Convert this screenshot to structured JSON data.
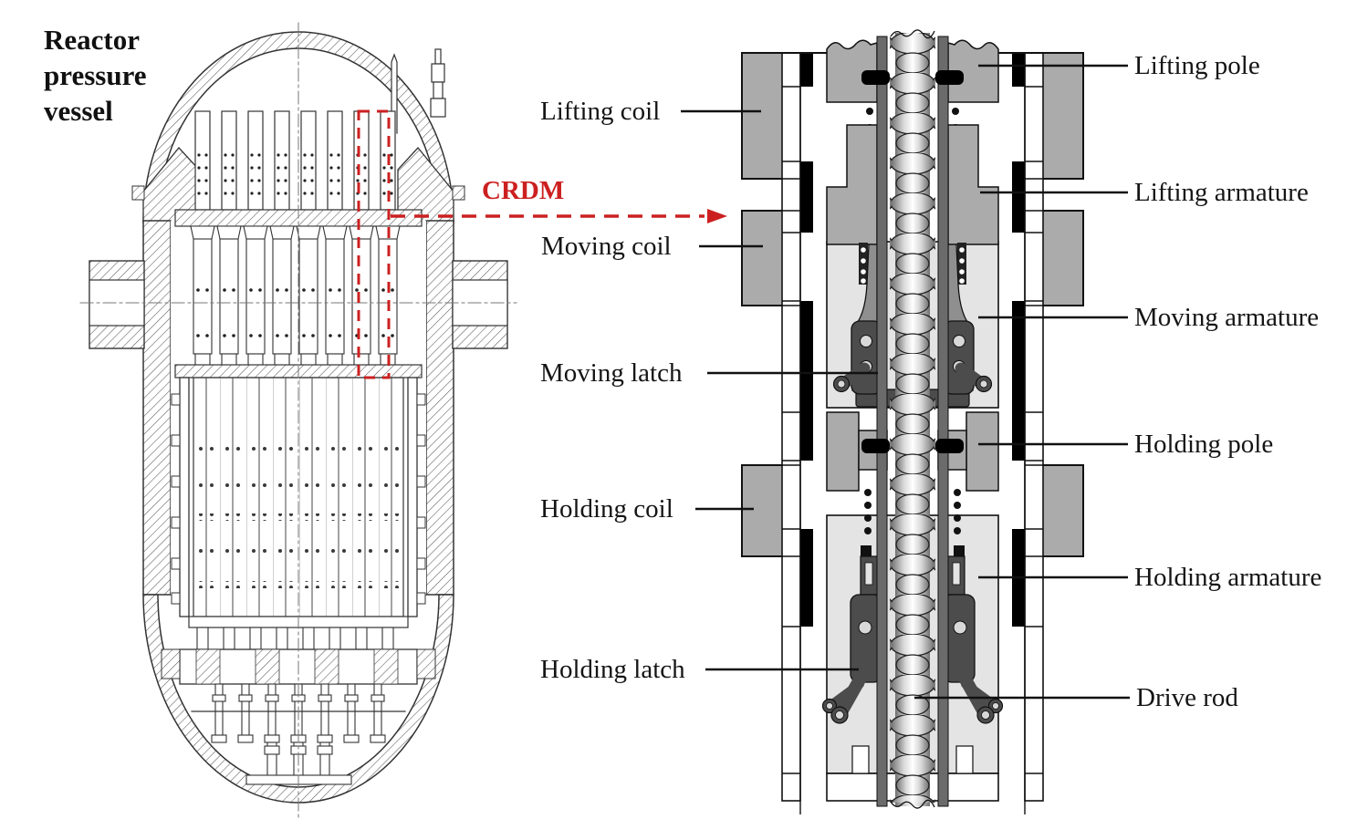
{
  "figure": {
    "vessel_label": "Reactor pressure vessel",
    "crdm_callout": "CRDM"
  },
  "crdm_labels": {
    "lifting_coil": "Lifting coil",
    "lifting_pole": "Lifting pole",
    "lifting_armature": "Lifting armature",
    "moving_coil": "Moving coil",
    "moving_armature": "Moving armature",
    "moving_latch": "Moving latch",
    "holding_pole": "Holding pole",
    "holding_coil": "Holding coil",
    "holding_armature": "Holding armature",
    "holding_latch": "Holding latch",
    "drive_rod": "Drive rod"
  },
  "colors": {
    "annotation_red": "#cc2020",
    "coil_gray": "#ababab",
    "dark_metal": "#4c4c4c",
    "mid_metal": "#8f8f8f",
    "guide_bar": "#6b6b6b",
    "light_housing": "#e4e4e4",
    "line_black": "#111111"
  }
}
